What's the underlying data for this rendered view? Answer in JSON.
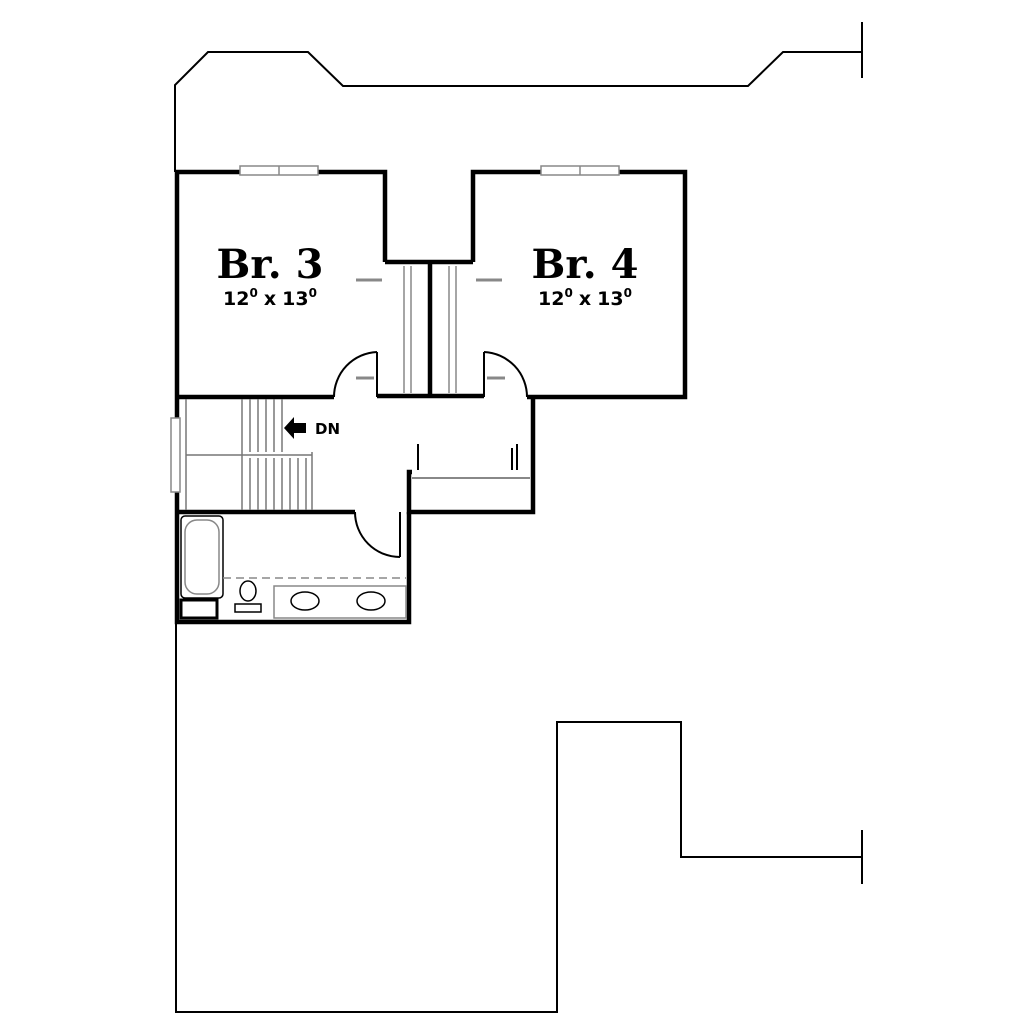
{
  "rooms": [
    {
      "name": "Br. 3",
      "width_ft": "12",
      "width_in": "0",
      "by": "x",
      "length_ft": "13",
      "length_in": "0"
    },
    {
      "name": "Br. 4",
      "width_ft": "12",
      "width_in": "0",
      "by": "x",
      "length_ft": "13",
      "length_in": "0"
    }
  ],
  "stair": {
    "direction": "DN",
    "arrow_icon": "arrow-left-icon"
  },
  "colors": {
    "line": "#000000",
    "background": "#ffffff",
    "window": "#888888"
  }
}
